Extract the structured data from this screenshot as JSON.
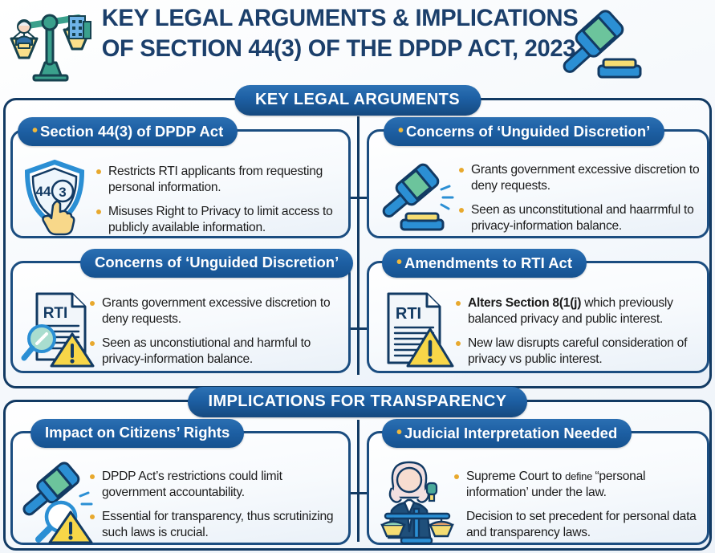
{
  "header": {
    "title_line1": "KEY LEGAL ARGUMENTS & IMPLICATIONS",
    "title_line2": "OF SECTION 44(3) OF THE DPDP ACT, 2023",
    "left_icon": "balance-scale-icon",
    "right_icon": "gavel-icon"
  },
  "colors": {
    "brand_dark_blue": "#123a63",
    "banner_blue": "#1d5fa3",
    "card_border": "#1b4d80",
    "bullet_gold": "#e8a92e",
    "title_navy": "#1b3f6b",
    "icon_blue": "#2b8fd4",
    "icon_teal": "#3aa08c",
    "warning_yellow": "#f7d648"
  },
  "sections": [
    {
      "id": "key-legal-arguments",
      "title": "KEY LEGAL ARGUMENTS",
      "cards": [
        {
          "id": "section-44-3-of-dpdp-act",
          "title": "Section 44(3) of DPDP Act",
          "title_dot": true,
          "icon": "shield-44-3-icon",
          "bullets": [
            {
              "text": "Restricts RTI applicants from requesting personal information."
            },
            {
              "text": "Misuses Right to Privacy to limit access to publicly available information."
            }
          ]
        },
        {
          "id": "concerns-of-unguided-discretion-top",
          "title": "Concerns of ‘Unguided Discretion’",
          "title_dot": true,
          "icon": "gavel-icon",
          "bullets": [
            {
              "text": "Grants government excessive discretion to deny requests."
            },
            {
              "text": "Seen as unconstitutional and haarrmful to privacy-information balance."
            }
          ]
        },
        {
          "id": "concerns-of-unguided-discretion-bottom",
          "title": "Concerns of ‘Unguided Discretion’",
          "title_dot": false,
          "icon": "rti-magnifier-warning-icon",
          "bullets": [
            {
              "text": "Grants government excessive discretion to deny requests."
            },
            {
              "text": "Seen as unconstiutional and harmful to privacy-information balance."
            }
          ]
        },
        {
          "id": "amendments-to-rti-act",
          "title": "Amendments to RTI Act",
          "title_dot": true,
          "icon": "rti-warning-icon",
          "bullets": [
            {
              "bold": "Alters Section 8(1(j)",
              "text": " which previously balanced privacy and public interest."
            },
            {
              "text": "New law disrupts careful consideration of privacy vs public interest."
            }
          ]
        }
      ]
    },
    {
      "id": "implications-for-transparency",
      "title": "IMPLICATIONS FOR TRANSPARENCY",
      "cards": [
        {
          "id": "impact-on-citizens-rights",
          "title": "Impact on Citizens’ Rights",
          "title_dot": false,
          "icon": "gavel-magnifier-warning-icon",
          "bullets": [
            {
              "text": "DPDP Act’s restrictions could limit government accountability."
            },
            {
              "text": "Essential for transparency, thus scrutinizing such laws is crucial."
            }
          ]
        },
        {
          "id": "judicial-interpretation-needed",
          "title": "Judicial Interpretation Needed",
          "title_dot": true,
          "icon": "judge-scales-icon",
          "bullets": [
            {
              "text_a": "Supreme Court to ",
              "text_small": "define ",
              "text_quote": "“personal information’",
              "text_b": " under the law."
            },
            {
              "text": "Decision to set precedent for personal data and transparency laws.",
              "nodot": true
            }
          ]
        }
      ]
    }
  ]
}
